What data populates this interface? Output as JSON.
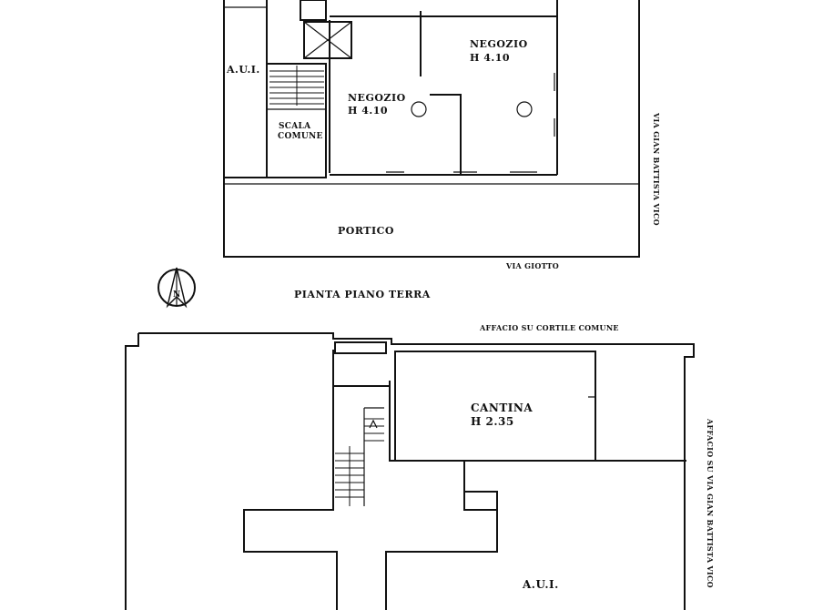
{
  "ground_floor": {
    "title": "PIANTA PIANO TERRA",
    "rooms": {
      "shop_large": {
        "name": "NEGOZIO",
        "height": "H 4.10"
      },
      "shop_small": {
        "name": "NEGOZIO",
        "height": "H 4.10"
      },
      "stairs_line1": "SCALA",
      "stairs_line2": "COMUNE",
      "aui": "A.U.I.",
      "portico": "PORTICO"
    },
    "streets": {
      "bottom": "VIA GIOTTO",
      "right": "VIA GIAN BATTISTA VICO"
    }
  },
  "basement": {
    "rooms": {
      "cellar": {
        "name": "CANTINA",
        "height": "H 2.35"
      },
      "aui": "A.U.I."
    },
    "views": {
      "top": "AFFACIO SU CORTILE COMUNE",
      "right": "AFFACIO SU VIA GIAN BATTISTA VICO"
    }
  },
  "compass": {
    "letter": "N"
  }
}
